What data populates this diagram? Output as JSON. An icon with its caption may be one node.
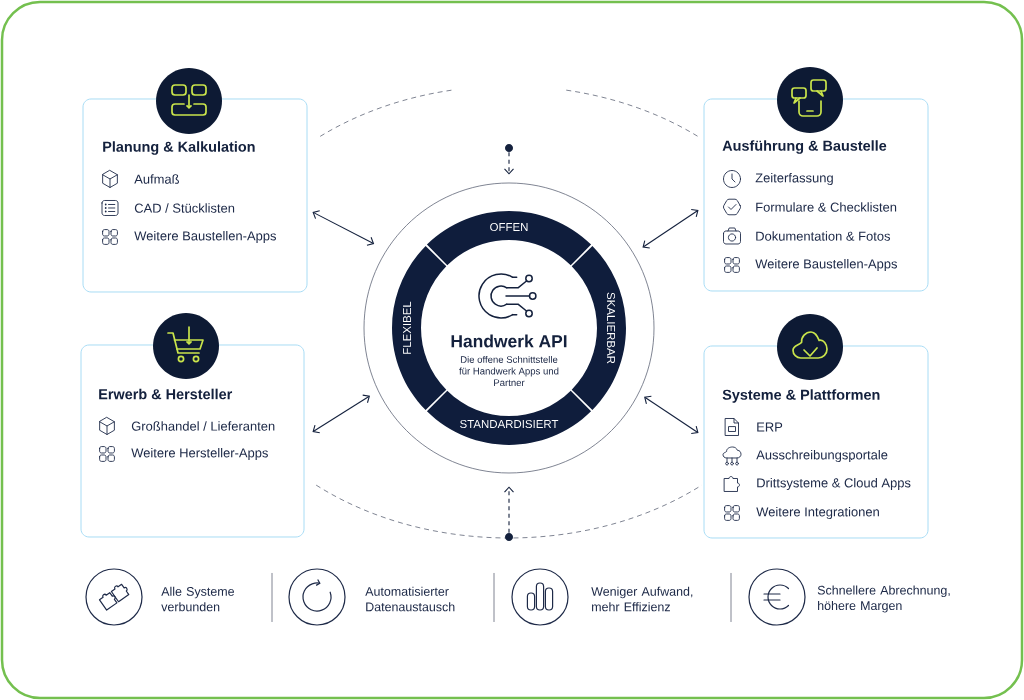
{
  "diagram": {
    "nodes": [
      {
        "text": [
          "Planung & Kalkulation",
          "Aufmaß",
          "CAD / Stücklisten",
          "Weitere Baustellen-Apps"
        ]
      },
      {
        "text": [
          "Ausführung & Baustelle",
          "Zeiterfassung",
          "Formulare & Checklisten",
          "Dokumentation & Fotos",
          "Weitere Baustellen-Apps"
        ]
      },
      {
        "text": [],
        "shape": "circle"
      },
      {
        "text": [
          "Handwerk API",
          "Die offene Schnittstelle für Handwerk Apps und Partner"
        ]
      },
      {
        "text": [
          "OFFEN"
        ],
        "in": 3
      },
      {
        "text": [
          "FLEXIBEL"
        ],
        "in": 3
      },
      {
        "text": [
          "SKALIERBAR"
        ],
        "in": 3
      },
      {
        "text": [
          "STANDARDISIERT"
        ],
        "in": 3
      },
      {
        "text": [
          "Erwerb & Hersteller",
          "Großhandel / Lieferanten",
          "Weitere Hersteller-Apps"
        ]
      },
      {
        "text": [
          "Systeme & Plattformen",
          "ERP",
          "Ausschreibungsportale",
          "Drittsysteme & Cloud Apps",
          "Weitere Integrationen"
        ]
      },
      {
        "text": [],
        "shape": "circle"
      }
    ],
    "edges": [
      {
        "from": 0,
        "to": 3,
        "arrow": "both"
      },
      {
        "from": 1,
        "to": 3,
        "arrow": "both"
      },
      {
        "from": 2,
        "to": 3,
        "arrow": "to",
        "style": "dashed"
      },
      {
        "from": 8,
        "to": 3,
        "arrow": "both"
      },
      {
        "from": 9,
        "to": 3,
        "arrow": "both"
      },
      {
        "from": 10,
        "to": 3,
        "arrow": "to",
        "style": "dashed"
      }
    ],
    "labels": [
      "Alle Systeme verbunden",
      "Automatisierter Datenaustausch",
      "Weniger Aufwand, mehr Effizienz",
      "Schnellere Abrechnung, höhere Margen"
    ]
  }
}
